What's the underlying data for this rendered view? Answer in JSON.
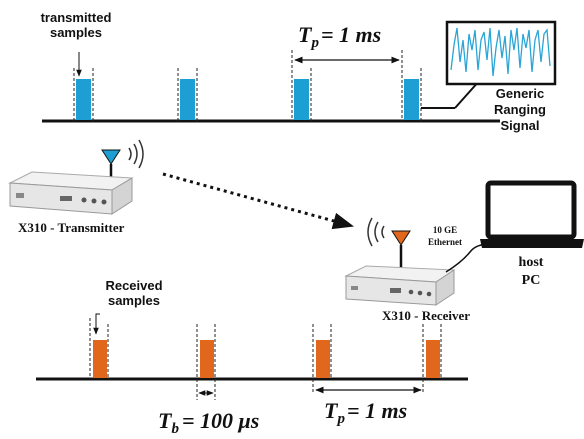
{
  "transmit": {
    "label_line1": "transmitted",
    "label_line2": "samples",
    "period_label": "T",
    "period_sub": "p",
    "period_value": "= 1 ms"
  },
  "signal": {
    "line1": "Generic",
    "line2": "Ranging",
    "line3": "Signal"
  },
  "transmitter": {
    "label": "X310 - Transmitter"
  },
  "receiver": {
    "label": "X310 - Receiver"
  },
  "link": {
    "line1": "10 GE",
    "line2": "Ethernet"
  },
  "host": {
    "line1": "host",
    "line2": "PC"
  },
  "receive": {
    "label_line1": "Received",
    "label_line2": "samples",
    "sample_label": "T",
    "sample_sub": "b",
    "sample_value": "= 100  μs",
    "period_label": "T",
    "period_sub": "p",
    "period_value": "= 1 ms"
  },
  "colors": {
    "tx_sample": "#1e9fd3",
    "rx_sample": "#e0671c",
    "line": "#111111"
  }
}
